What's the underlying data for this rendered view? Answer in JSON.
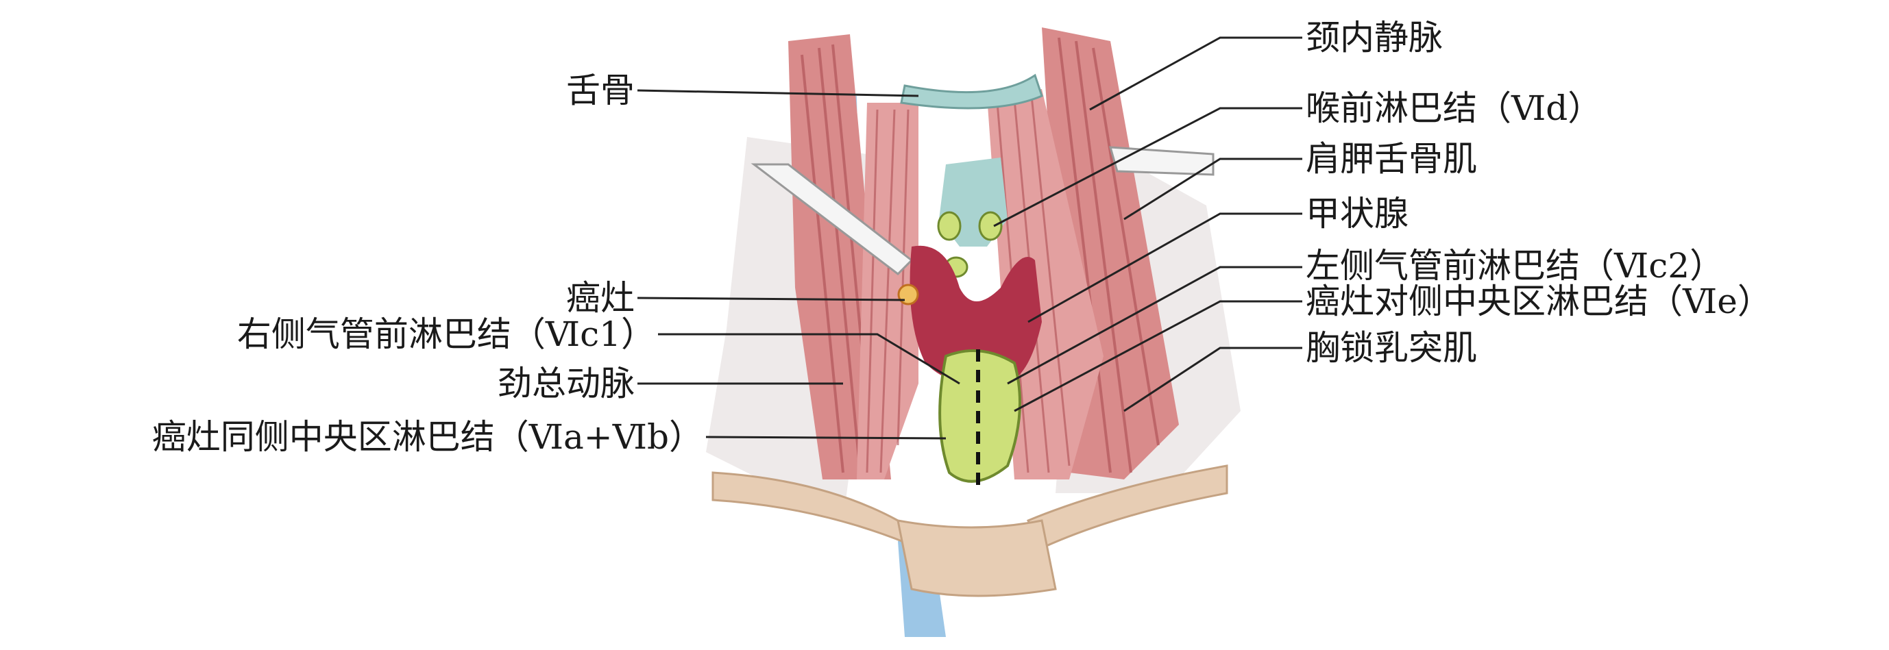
{
  "labels": {
    "hyoid": "舌骨",
    "ijv": "颈内静脉",
    "prelaryngeal": "喉前淋巴结（Ⅵd）",
    "omohyoid": "肩胛舌骨肌",
    "thyroid": "甲状腺",
    "lesion": "癌灶",
    "left_pretracheal": "左侧气管前淋巴结（Ⅵc2）",
    "contralateral": "癌灶对侧中央区淋巴结（Ⅵe）",
    "right_pretracheal": "右侧气管前淋巴结（Ⅵc1）",
    "scm": "胸锁乳突肌",
    "carotid": "劲总动脉",
    "ipsilateral": "癌灶同侧中央区淋巴结（Ⅵa+Ⅵb）"
  },
  "colors": {
    "muscle": "#d98b8b",
    "muscle_dark": "#b2555a",
    "thyroid": "#b0324a",
    "cartilage": "#a9d3d0",
    "vein": "#8dbde0",
    "node": "#cde07a",
    "bone": "#e7cdb4",
    "leader": "#222222"
  }
}
